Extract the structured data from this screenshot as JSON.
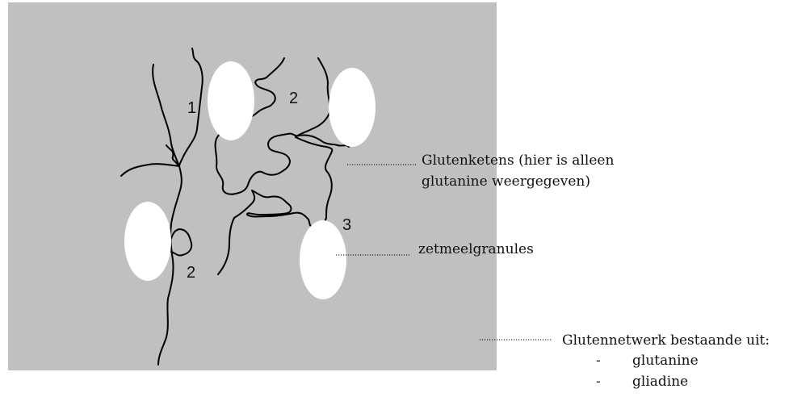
{
  "diagram": {
    "background_color": "#c0c0c0",
    "chain_color": "#000000",
    "granule_color": "#ffffff",
    "numbers": [
      "1",
      "2",
      "2",
      "3"
    ],
    "labels": {
      "gluten_chains_line1": "Glutenketens (hier is alleen",
      "gluten_chains_line2": "glutanine weergegeven)",
      "starch_granules": "zetmeelgranules",
      "gluten_network": "Glutennetwerk bestaande uit:"
    },
    "components": [
      {
        "bullet": "-",
        "text": "glutanine"
      },
      {
        "bullet": "-",
        "text": "gliadine"
      }
    ]
  }
}
